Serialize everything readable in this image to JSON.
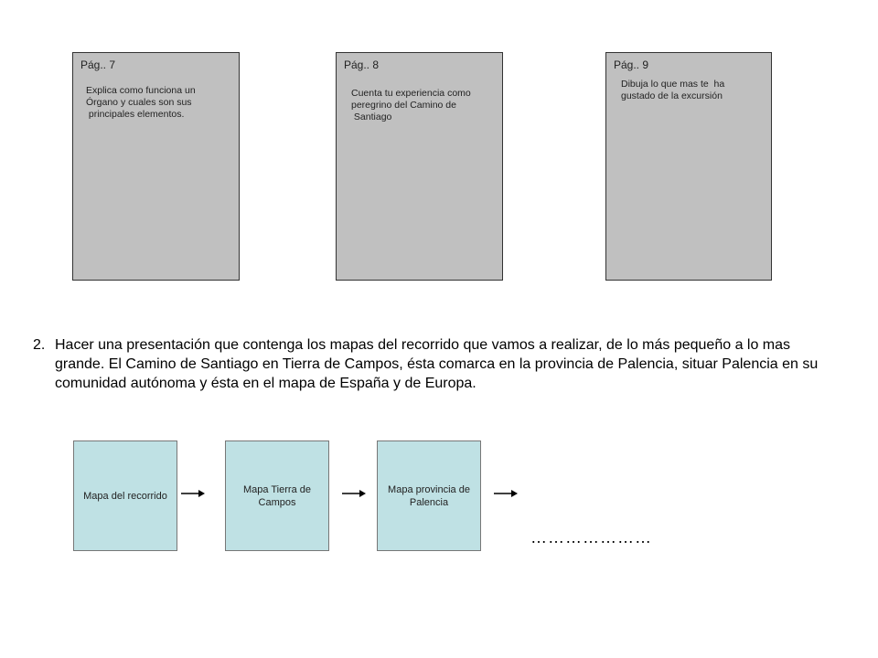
{
  "pages": [
    {
      "label": "Pág.. 7",
      "lines": [
        "Explica como funciona un",
        "Órgano y  cuales son sus",
        " principales elementos."
      ]
    },
    {
      "label": "Pág.. 8",
      "lines": [
        "Cuenta tu experiencia como",
        "peregrino del Camino de",
        " Santiago"
      ]
    },
    {
      "label": "Pág.. 9",
      "lines": [
        "Dibuja lo que mas te  ha",
        "gustado de la excursión"
      ]
    }
  ],
  "instruction": {
    "number": "2.",
    "text": "Hacer una presentación que contenga los mapas del recorrido que vamos a realizar, de lo más pequeño a lo mas grande. El Camino de Santiago en Tierra de Campos, ésta comarca en la provincia de Palencia, situar Palencia en su comunidad autónoma y ésta en el mapa de España y de Europa."
  },
  "maps": [
    {
      "label": "Mapa del recorrido"
    },
    {
      "label": "Mapa Tierra de Campos"
    },
    {
      "label": "Mapa provincia de Palencia"
    }
  ],
  "ellipsis": "…………………",
  "colors": {
    "page_fill": "#c0c0c0",
    "map_fill": "#bfe1e4"
  },
  "icons": {
    "arrow": "right-arrow-icon"
  }
}
